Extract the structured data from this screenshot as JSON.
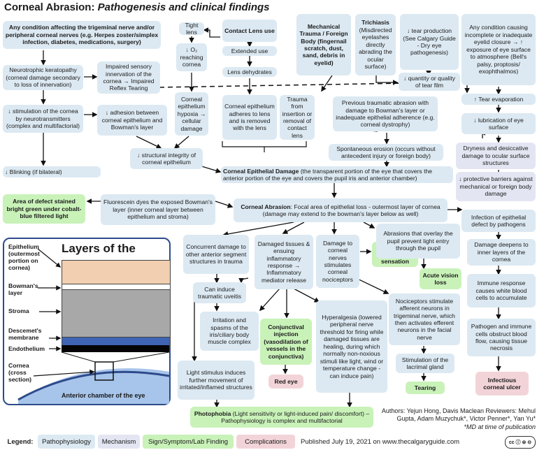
{
  "title": {
    "main": "Corneal Abrasion:",
    "sub": "Pathogenesis and clinical findings"
  },
  "boxes": {
    "trigeminal": "Any condition affecting the trigeminal nerve and/or peripheral corneal nerves (e.g. Herpes zoster/simplex infection, diabetes, medications, surgery)",
    "neurotrophic": "Neurotrophic keratopathy (corneal damage secondary to loss of innervation)",
    "impaired_sensory": "Impaired sensory innervation of the cornea → Impaired Reflex Tearing",
    "stim_cornea": "↓ stimulation of the cornea by neurotransmitters (complex and multifactorial)",
    "adhesion": "↓ adhesion between corneal epithelium and Bowman's layer",
    "structural": "↓ structural integrity of corneal epithelium",
    "blinking": "↓ Blinking (if bilateral)",
    "tight_lens": "Tight lens",
    "o2": "↓ O₂ reaching cornea",
    "hypoxia": "Corneal epithelium hypoxia → cellular damage",
    "contact_lens": "Contact Lens use",
    "extended": "Extended use",
    "dehydrates": "Lens dehydrates",
    "adheres": "Corneal epithelium adheres to lens and is removed with the lens",
    "trauma_contact": "Trauma from insertion or removal of contact lens",
    "mechanical": "Mechanical Trauma / Foreign Body (fingernail scratch, dust, sand, debris in eyelid)",
    "trichiasis_title": "Trichiasis",
    "trichiasis_body": "(Misdirected eyelashes directly abrading the ocular surface)",
    "tear_prod": "↓ tear production (See Calgary Guide - Dry eye pathogenesis)",
    "tear_qty": "↓ quantity or quality of tear film",
    "incomplete_closure": "Any condition causing incomplete or inadequate eyelid closure → ↑ exposure of eye surface to atmosphere (Bell's palsy, proptosis/ exophthalmos)",
    "tear_evap": "↑ Tear evaporation",
    "lubrication": "↓ lubrication of eye surface",
    "prev_trauma": "Previous traumatic abrasion with damage to Bowman's layer or inadequate epithelial adherence (e.g. corneal dystrophy)",
    "spontaneous": "Spontaneous erosion (occurs without antecedent injury or foreign body)",
    "dryness": "Dryness and desiccative damage to ocular surface structures",
    "protective": "↓ protective barriers against mechanical or foreign body damage",
    "epithelial_damage_bold": "Corneal Epithelial Damage",
    "epithelial_damage_rest": "(the transparent portion of the eye that covers the anterior portion of the eye and covers the pupil iris and anterior chamber)",
    "fluorescein_sign": "Area of defect stained bright green under cobalt-blue filtered light",
    "fluorescein": "Fluorescein dyes the exposed Bowman's layer (inner corneal layer between epithelium and stroma)",
    "abrasion_bold": "Corneal Abrasion",
    "abrasion_rest": ": Focal area of epithelial loss - outermost layer of cornea (damage may extend to the bowman's layer below as well)",
    "infection": "Infection of epithelial defect by pathogens",
    "concurrent": "Concurrent damage to other anterior segment structures in trauma",
    "uveitis": "Can induce traumatic uveitis",
    "irritation": "Irritation and spasms of the iris/ciliary body muscle complex",
    "light_stim": "Light stimulus induces further movement of irritated/inflamed structures",
    "damaged_tissues": "Damaged tissues & ensuing inflammatory response → Inflammatory mediator release",
    "conj_inj": "Conjunctival injection (vasodilation of vessels in the conjunctiva)",
    "red_eye": "Red eye",
    "damage_nerves": "Damage to corneal nerves stimulates corneal nociceptors",
    "pain": "Pain/ Foreign body sensation",
    "hyperalgesia": "Hyperalgesia (lowered peripheral nerve threshold for firing while damaged tissues are healing, during which normally non-noxious stimuli like light, wind or temperature change - can induce pain)",
    "abrasions_pupil": "Abrasions that overlay the pupil prevent light entry through the pupil",
    "acute_vision": "Acute vision loss",
    "nociceptors": "Nociceptors stimulate afferent neurons in trigeminal nerve, which then activates efferent neurons in the facial nerve",
    "lacrimal": "Stimulation of the lacrimal gland",
    "tearing": "Tearing",
    "damage_deepens": "Damage deepens to inner layers of the cornea",
    "immune": "Immune response causes white blood cells to accumulate",
    "pathogen_cells": "Pathogen and immune cells obstruct blood flow, causing tissue necrosis",
    "ulcer": "Infectious corneal ulcer",
    "photophobia_bold": "Photophobia",
    "photophobia_rest": " (Light sensitivity or light-induced pain/ discomfort) – Pathophysiology is complex and multifactorial"
  },
  "cornea_panel": {
    "title": "Layers of the cornea",
    "labels": {
      "epithelium": "Epithelium (outermost portion on cornea)",
      "bowman": "Bowman's layer",
      "stroma": "Stroma",
      "descemet": "Descemet's membrane",
      "endothelium": "Endothelium",
      "cornea": "Cornea (cross section)",
      "chamber": "Anterior chamber of the eye"
    }
  },
  "authors": {
    "line": "Authors: Yejun Hong, Davis Maclean Reviewers: Mehul Gupta, Adam Muzychuk*, Victor Penner*, Yan Yu*",
    "note": "*MD at time of publication"
  },
  "legend": {
    "label": "Legend:",
    "items": [
      "Pathophysiology",
      "Mechanism",
      "Sign/Symptom/Lab Finding",
      "Complications"
    ],
    "published": "Published July 19, 2021 on www.thecalgaryguide.com"
  },
  "colors": {
    "patho": "#dce9f2",
    "mech": "#e3e6f2",
    "sign": "#c9f2b9",
    "comp": "#f2d4d8",
    "panel_border": "#2d4b8a"
  }
}
